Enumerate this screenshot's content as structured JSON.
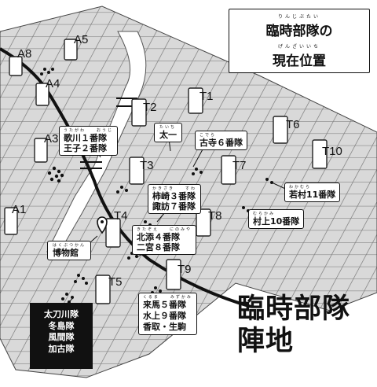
{
  "title": {
    "line1": "臨時部隊の",
    "line1_ruby": "りんじぶたい",
    "line2": "現在位置",
    "line2_ruby": "げんざいいち"
  },
  "base_label": {
    "line1": "臨時部隊",
    "line2": "陣地"
  },
  "towers": [
    "A8",
    "A5",
    "A4",
    "A3",
    "A1",
    "T1",
    "T2",
    "T3",
    "T4",
    "T5",
    "T6",
    "T7",
    "T8",
    "T9",
    "T10"
  ],
  "squad_labels": {
    "utagawa": {
      "ruby": "うたがわ　　おうじ",
      "lines": [
        "歌川１番隊",
        "王子２番隊"
      ]
    },
    "taichi": {
      "ruby": "たいち",
      "lines": [
        "太一"
      ]
    },
    "kodera": {
      "ruby": "こでら",
      "lines": [
        "古寺６番隊"
      ]
    },
    "kakizaki": {
      "ruby": "かきざき　　すわ",
      "lines": [
        "柿崎３番隊",
        "諏訪７番隊"
      ]
    },
    "wakamura": {
      "ruby": "わかむら",
      "lines": [
        "若村11番隊"
      ]
    },
    "murakami": {
      "ruby": "むらかみ",
      "lines": [
        "村上10番隊"
      ]
    },
    "kitazoe": {
      "ruby": "きたぞえ　　にのみや",
      "lines": [
        "北添４番隊",
        "二宮８番隊"
      ]
    },
    "hakubutsukan": {
      "ruby": "はくぶつかん",
      "lines": [
        "博物館"
      ]
    },
    "kuruma": {
      "ruby": "くるま　　みずかみ",
      "lines": [
        "来馬５番隊",
        "水上９番隊",
        "香取・生駒"
      ]
    }
  },
  "dark_box": {
    "lines": [
      "太刀川隊",
      "冬島隊",
      "風間隊",
      "加古隊"
    ]
  },
  "colors": {
    "ink": "#111111",
    "grid": "#8a8a8a",
    "ground": "#d6d6d6",
    "river": "#ffffff"
  }
}
